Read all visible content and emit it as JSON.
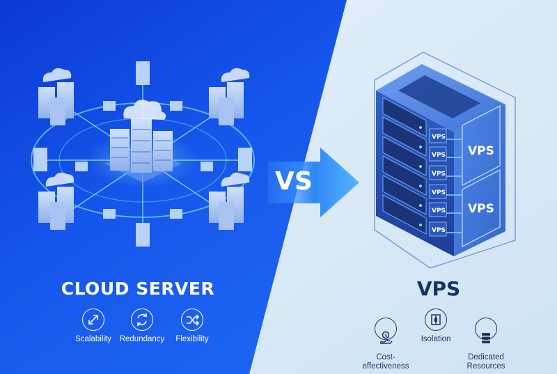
{
  "vs_text": "VS",
  "cloud": {
    "title": "CLOUD SERVER",
    "features": [
      {
        "label": "Scalability",
        "icon": "expand-arrows-icon"
      },
      {
        "label": "Redundancy",
        "icon": "sync-arrows-icon"
      },
      {
        "label": "Flexibility",
        "icon": "shuffle-icon"
      }
    ]
  },
  "vps": {
    "title": "VPS",
    "rack_slot_label": "VPS",
    "partition_labels": [
      "VPS",
      "VPS"
    ],
    "features": [
      {
        "label": "Cost-\neffectiveness",
        "icon": "dollar-hand-icon"
      },
      {
        "label": "Isolation",
        "icon": "isolation-server-icon"
      },
      {
        "label": "Dedicated\nResources",
        "icon": "database-stack-icon"
      }
    ]
  },
  "colors": {
    "left_bg_top": "#0d3fd8",
    "left_bg_bottom": "#1a5ff0",
    "right_bg": "#dcebf8",
    "accent_cyan": "#59d8ff",
    "server_blue": "#2a5fc9",
    "dark_text": "#16345f"
  }
}
